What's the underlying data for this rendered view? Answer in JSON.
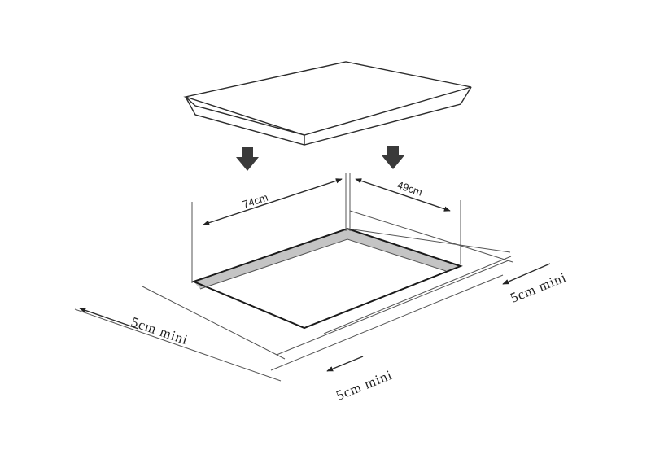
{
  "labels": {
    "width": "74cm",
    "depth": "49cm",
    "clearance_left": "5cm mini",
    "clearance_front": "5cm mini",
    "clearance_right": "5cm mini"
  },
  "colors": {
    "line": "#2b2b2b",
    "cutout_edge": "#c4c4c4",
    "arrow": "#3a3a3a"
  }
}
